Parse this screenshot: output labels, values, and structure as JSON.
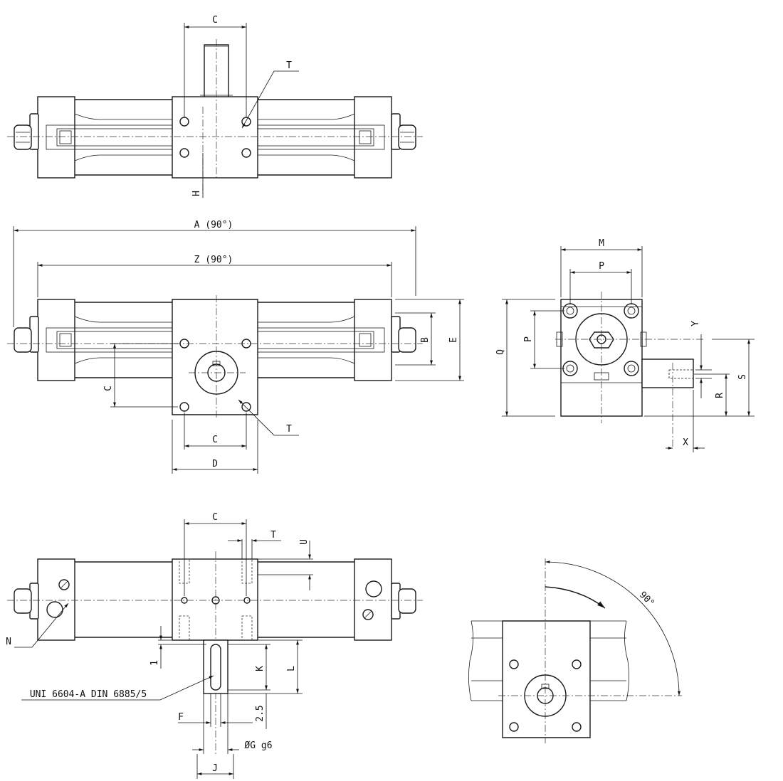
{
  "labels": {
    "C": "C",
    "T": "T",
    "H": "H",
    "A90": "A (90°)",
    "Z90": "Z (90°)",
    "B": "B",
    "E": "E",
    "D": "D",
    "M": "M",
    "P": "P",
    "Y": "Y",
    "Q": "Q",
    "S": "S",
    "R": "R",
    "X": "X",
    "U": "U",
    "N": "N",
    "K": "K",
    "L": "L",
    "one": "1",
    "F": "F",
    "two_five": "2.5",
    "G": "ØG g6",
    "J": "J",
    "key_standard": "UNI 6604-A DIN 6885/5",
    "angle": "90°"
  }
}
